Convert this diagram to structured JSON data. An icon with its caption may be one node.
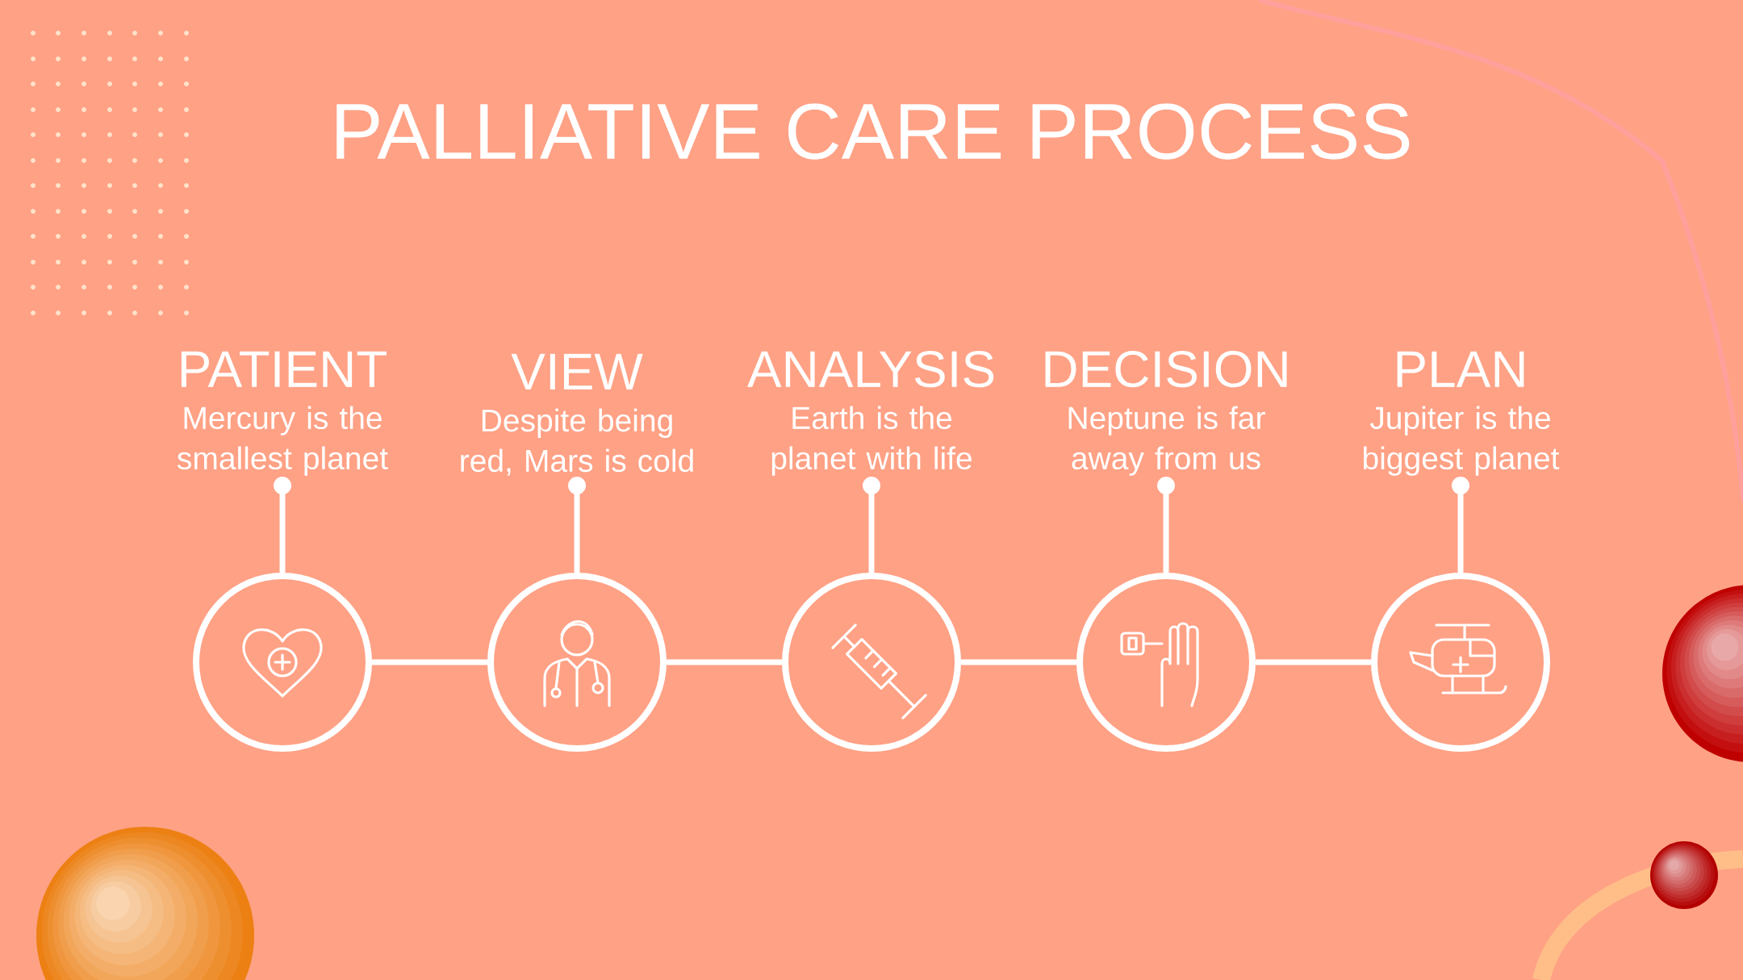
{
  "diagram": {
    "title": "PALLIATIVE CARE PROCESS",
    "nodes": [
      {
        "text": [
          "PATIENT",
          "Mercury is the smallest planet"
        ]
      },
      {
        "text": [
          "VIEW",
          "Despite being red, Mars is cold"
        ]
      },
      {
        "text": [
          "ANALYSIS",
          "Earth is the planet with life"
        ]
      },
      {
        "text": [
          "DECISION",
          "Neptune is far away from us"
        ]
      },
      {
        "text": [
          "PLAN",
          "Jupiter is the biggest planet"
        ]
      },
      {
        "text": [],
        "shape": "circle"
      },
      {
        "text": [],
        "shape": "circle"
      },
      {
        "text": [],
        "shape": "circle"
      },
      {
        "text": [],
        "shape": "circle"
      },
      {
        "text": [],
        "shape": "circle"
      }
    ],
    "edges": [
      {
        "from": 0,
        "to": 5,
        "arrow": "other"
      },
      {
        "from": 1,
        "to": 6,
        "arrow": "other"
      },
      {
        "from": 2,
        "to": 7,
        "arrow": "other"
      },
      {
        "from": 3,
        "to": 8,
        "arrow": "other"
      },
      {
        "from": 4,
        "to": 9,
        "arrow": "other"
      },
      {
        "from": 5,
        "to": 6,
        "arrow": "none"
      },
      {
        "from": 6,
        "to": 7,
        "arrow": "none"
      },
      {
        "from": 7,
        "to": 8,
        "arrow": "none"
      },
      {
        "from": 8,
        "to": 9,
        "arrow": "none"
      }
    ]
  }
}
